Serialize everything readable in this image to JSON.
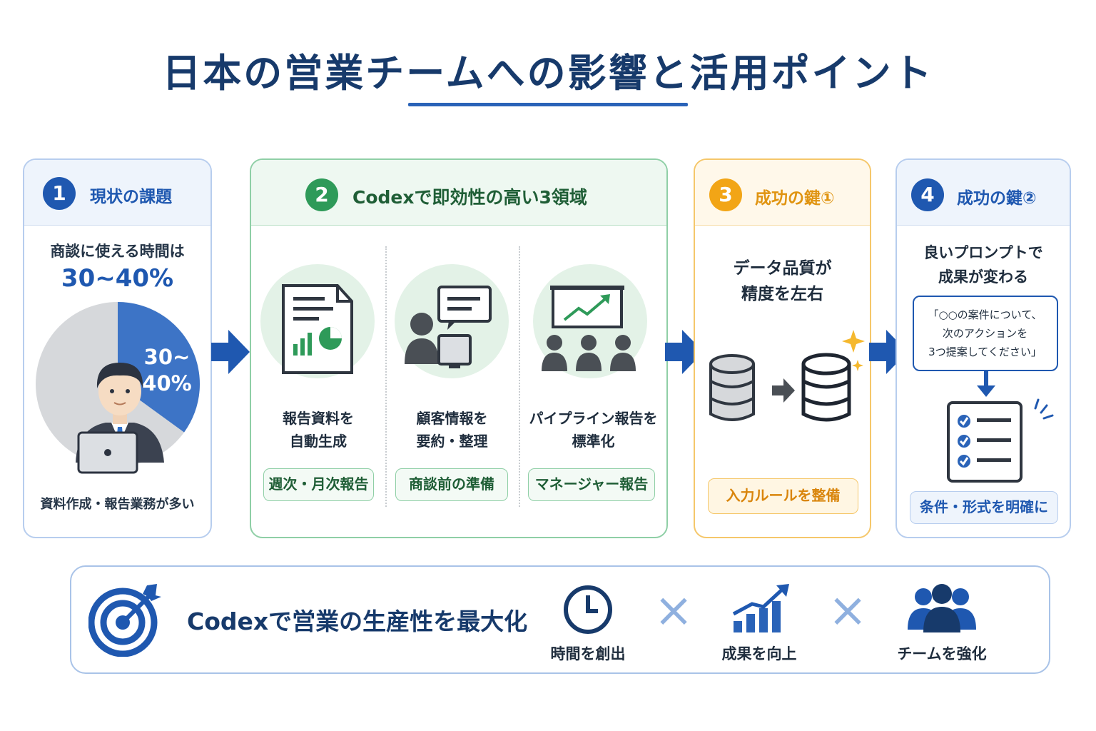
{
  "title": "日本の営業チームへの影響と活用ポイント",
  "colors": {
    "navy": "#173a6b",
    "blue": "#2a63b8",
    "green": "#2e9a59",
    "orange": "#f2a516",
    "gray": "#4a4f55"
  },
  "card1": {
    "number": "1",
    "label": "現状の課題",
    "line1": "商談に使える時間は",
    "highlight": "30~40%",
    "pie_line1": "30~",
    "pie_line2": "40%",
    "footer": "資料作成・報告業務が多い",
    "pie_share": 0.35
  },
  "card2": {
    "number": "2",
    "label": "Codexで即効性の高い3領域",
    "items": [
      {
        "line1": "報告資料を",
        "line2": "自動生成",
        "tag": "週次・月次報告"
      },
      {
        "line1": "顧客情報を",
        "line2": "要約・整理",
        "tag": "商談前の準備"
      },
      {
        "line1": "パイプライン報告を",
        "line2": "標準化",
        "tag": "マネージャー報告"
      }
    ]
  },
  "card3": {
    "number": "3",
    "label": "成功の鍵①",
    "line1": "データ品質が",
    "line2": "精度を左右",
    "tag": "入力ルールを整備"
  },
  "card4": {
    "number": "4",
    "label": "成功の鍵②",
    "line1": "良いプロンプトで",
    "line2": "成果が変わる",
    "prompt1": "「○○の案件について、",
    "prompt2": "次のアクションを",
    "prompt3": "3つ提案してください」",
    "tag": "条件・形式を明確に"
  },
  "bottom": {
    "headline": "Codexで営業の生産性を最大化",
    "items": [
      "時間を創出",
      "成果を向上",
      "チームを強化"
    ],
    "separator": "×"
  }
}
